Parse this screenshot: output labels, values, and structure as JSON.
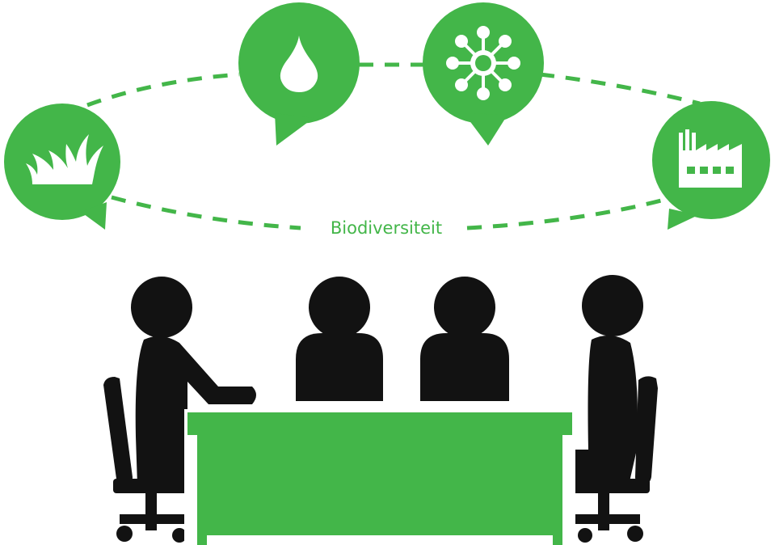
{
  "cycle": {
    "label": "Biodiversiteit"
  },
  "bubbles": [
    {
      "icon": "grass-icon"
    },
    {
      "icon": "water-drop-icon"
    },
    {
      "icon": "microorganism-icon"
    },
    {
      "icon": "factory-icon"
    }
  ],
  "meeting": {
    "people_count": 4,
    "table": "meeting-table"
  },
  "colors": {
    "accent": "#43b649",
    "figure": "#121212",
    "background": "#ffffff",
    "icon_fill": "#ffffff"
  }
}
